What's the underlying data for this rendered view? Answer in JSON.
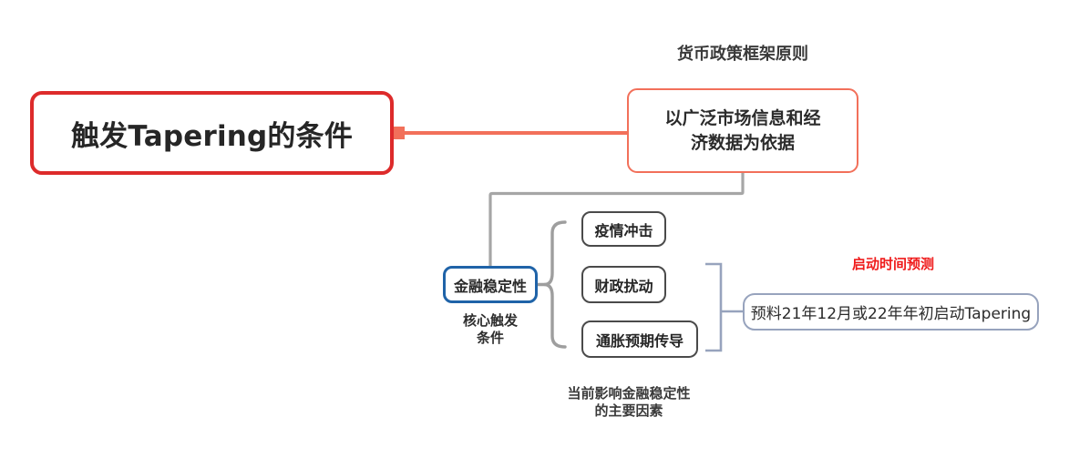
{
  "diagram": {
    "title": "触发Tapering的条件",
    "type": "mind-map"
  },
  "nodes": {
    "root": {
      "label": "触发Tapering的条件",
      "border_color": "#dd2b2b"
    },
    "framework": {
      "label": "以广泛市场信息和经\n济数据为依据",
      "border_color": "#f2705a"
    },
    "stability": {
      "label": "金融稳定性",
      "border_color": "#1f63a8"
    },
    "factors": [
      {
        "label": "疫情冲击",
        "border_color": "#4a4a4a"
      },
      {
        "label": "财政扰动",
        "border_color": "#4a4a4a"
      },
      {
        "label": "通胀预期传导",
        "border_color": "#4a4a4a"
      }
    ],
    "prediction": {
      "label": "预料21年12月或22年年初启动Tapering",
      "border_color": "#97a3bd"
    }
  },
  "captions": {
    "framework": "货币政策框架原则",
    "core_trigger": "核心触发\n条件",
    "factors": "当前影响金融稳定性\n的主要因素",
    "prediction": "启动时间预测"
  },
  "connectors": {
    "root_to_framework_color": "#f2705a",
    "framework_to_stability_color": "#a6a6a6",
    "brace_color": "#9e9e9e",
    "bracket_color": "#97a3bd"
  }
}
